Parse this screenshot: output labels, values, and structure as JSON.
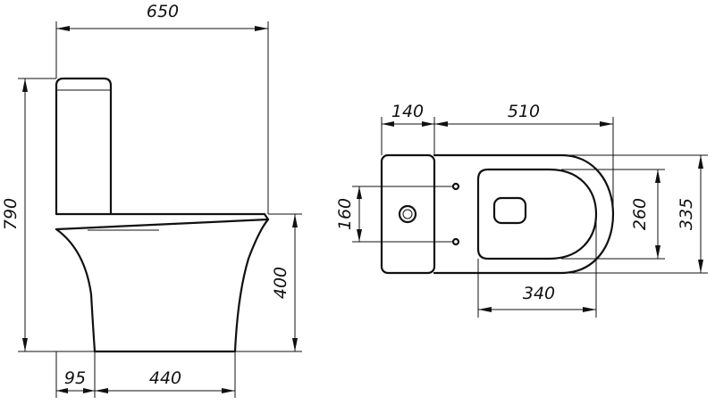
{
  "side_view": {
    "overall_length": "650",
    "overall_height": "790",
    "bowl_height": "400",
    "front_offset": "95",
    "base_length": "440"
  },
  "top_view": {
    "tank_depth": "140",
    "bowl_length": "510",
    "bolt_spacing": "160",
    "inner_width": "260",
    "outer_width": "335",
    "opening_length": "340"
  }
}
